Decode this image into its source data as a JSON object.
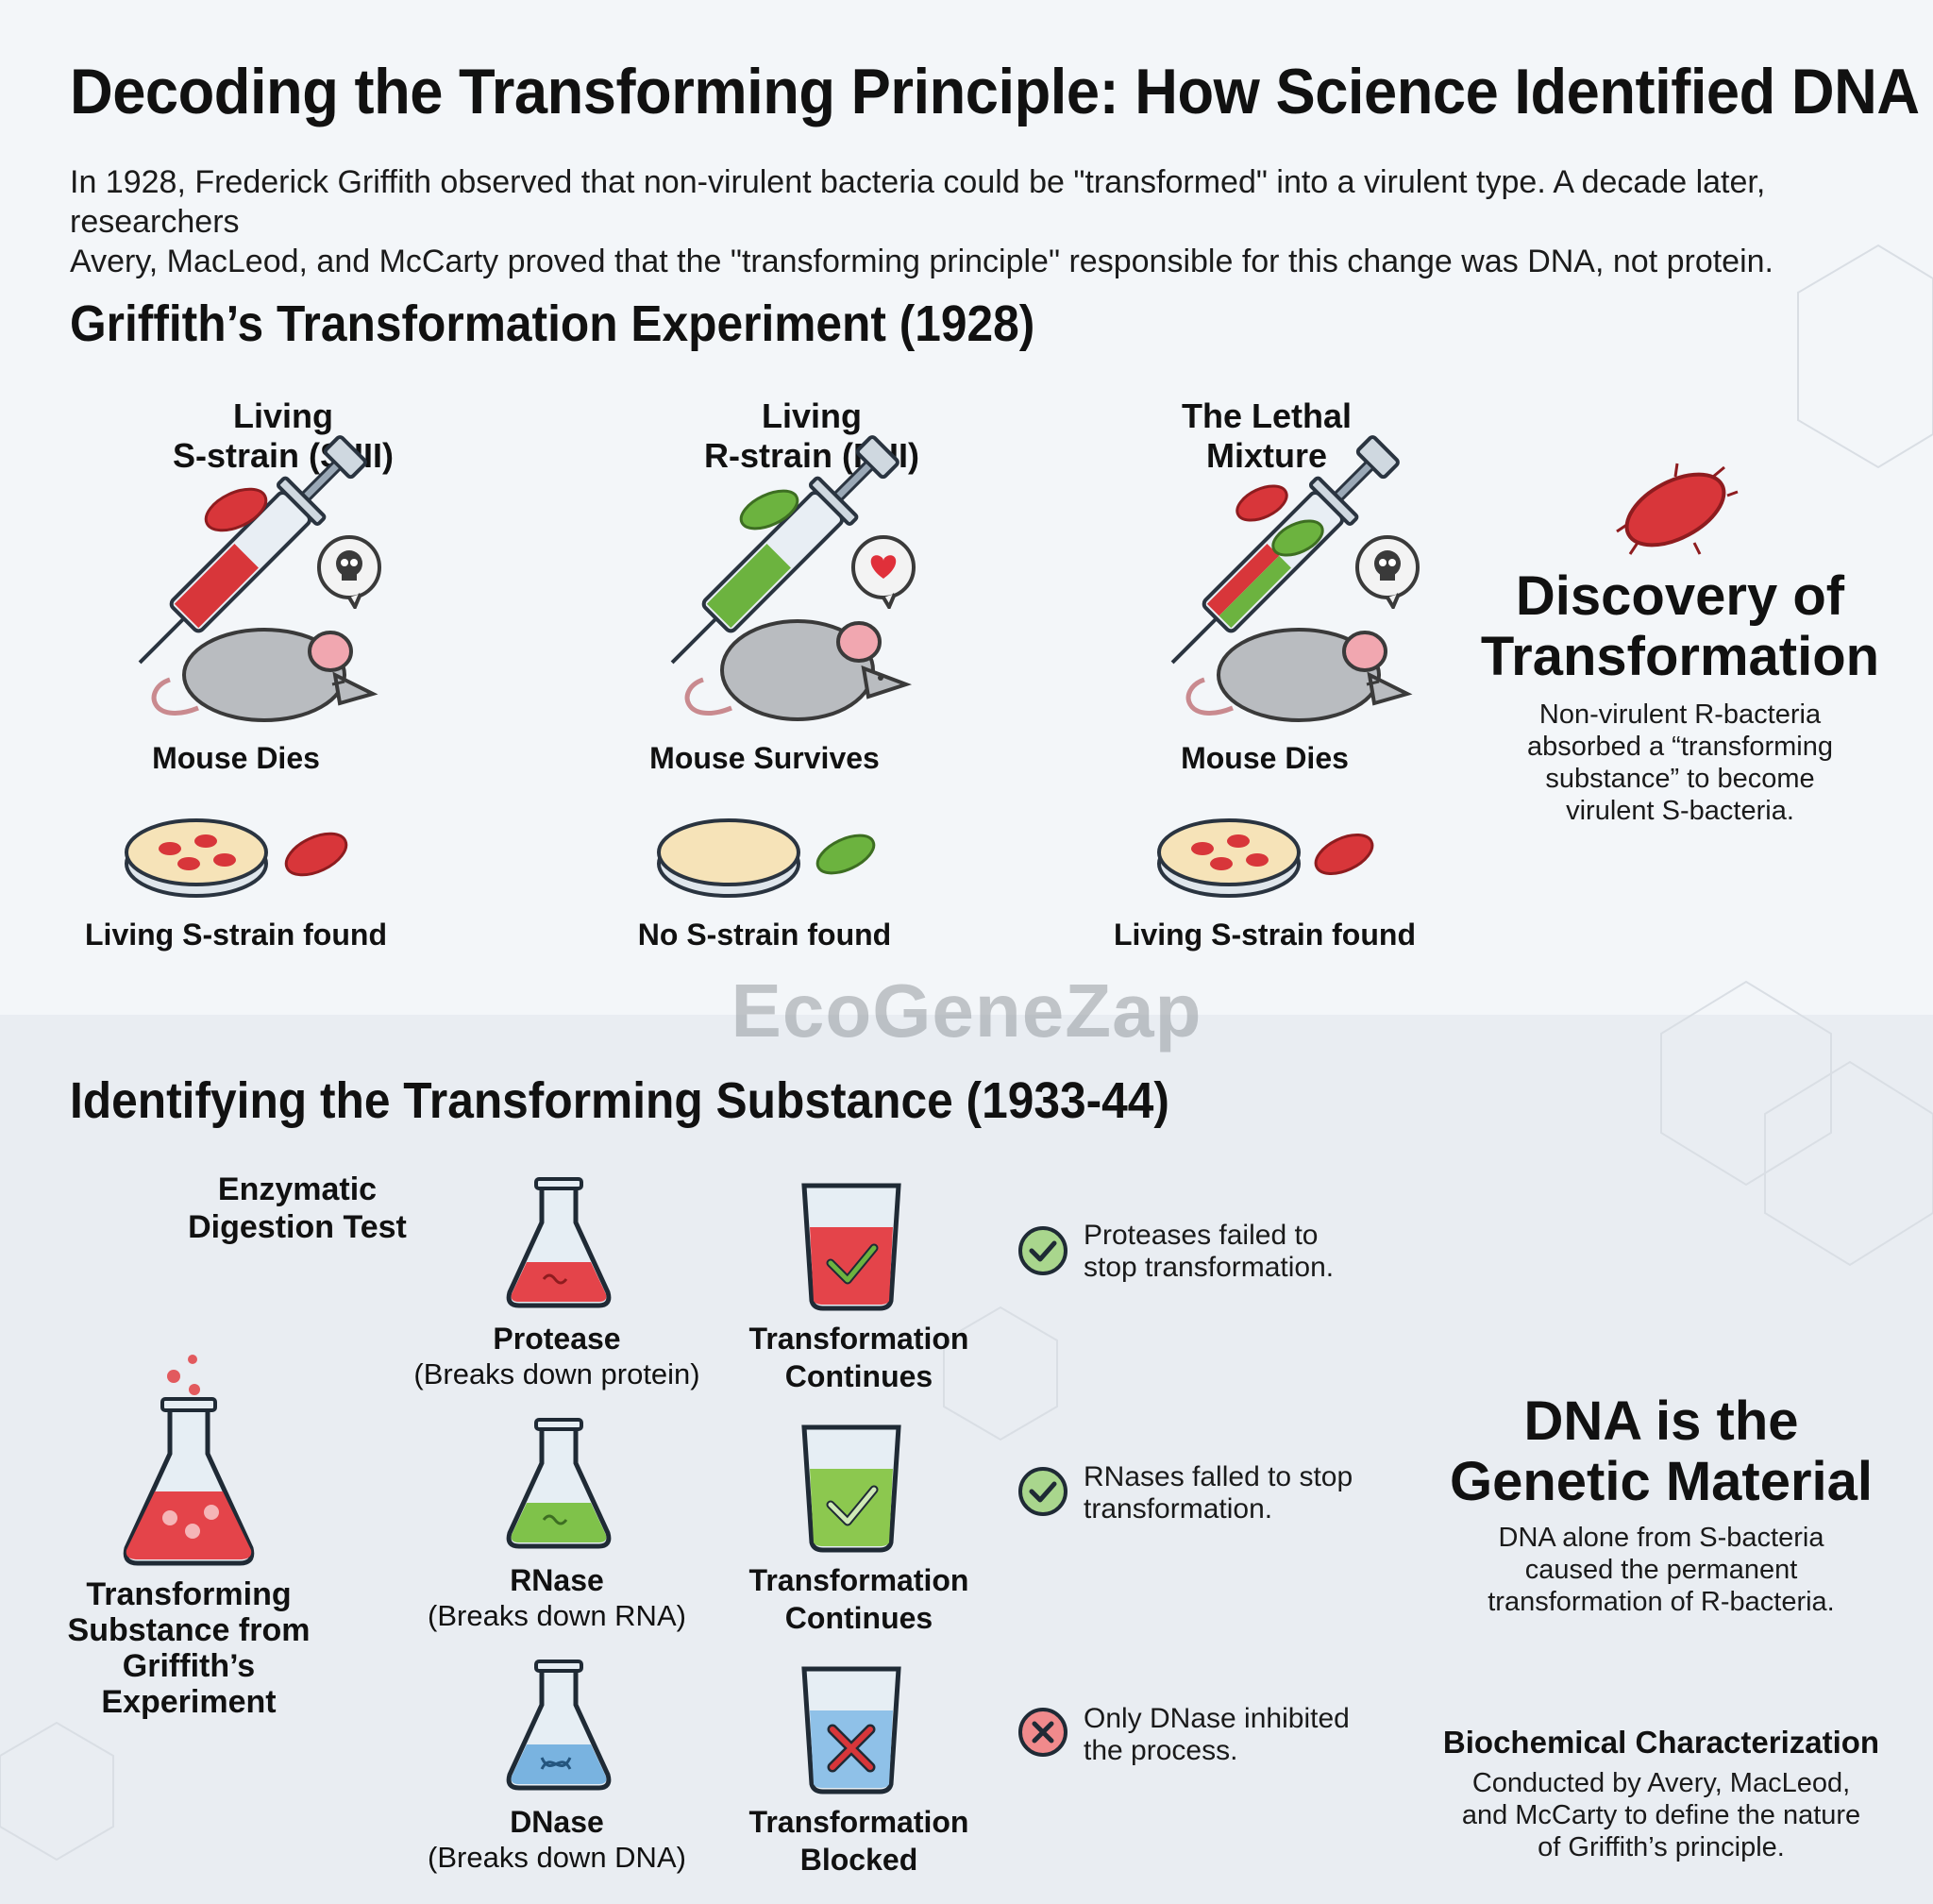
{
  "title": "Decoding the Transforming Principle: How Science Identified DNA",
  "intro": {
    "line1": "In 1928, Frederick Griffith observed that non-virulent bacteria could be \"transformed\" into a virulent type. A decade later, researchers",
    "line2": "Avery, MacLeod, and McCarty proved that the \"transforming principle\" responsible for this change was DNA, not protein."
  },
  "griffith": {
    "heading": "Griffith’s Transformation Experiment (1928)",
    "panels": [
      {
        "label_line1": "Living",
        "label_line2": "S-strain (S-III)",
        "mouse_outcome": "Mouse Dies",
        "dish_result": "Living S-strain found",
        "bubble_icon": "skull-icon"
      },
      {
        "label_line1": "Living",
        "label_line2": "R-strain (R-II)",
        "mouse_outcome": "Mouse Survives",
        "dish_result": "No S-strain found",
        "bubble_icon": "heart-icon"
      },
      {
        "label_line1": "The Lethal",
        "label_line2": "Mixture",
        "mouse_outcome": "Mouse Dies",
        "dish_result": "Living S-strain found",
        "bubble_icon": "skull-icon"
      }
    ],
    "discovery": {
      "heading_line1": "Discovery of",
      "heading_line2": "Transformation",
      "text_line1": "Non-virulent R-bacteria",
      "text_line2": "absorbed a “transforming",
      "text_line3": "substance” to become",
      "text_line4": "virulent S-bacteria."
    }
  },
  "watermark": "EcoGeneZap",
  "avery": {
    "heading": "Identifying the Transforming Substance (1933-44)",
    "test_label_line1": "Enzymatic",
    "test_label_line2": "Digestion Test",
    "source_label": {
      "line1": "Transforming",
      "line2": "Substance from",
      "line3": "Griffith’s",
      "line4": "Experiment"
    },
    "rows": [
      {
        "enzyme": "Protease",
        "enzyme_desc": "(Breaks down protein)",
        "outcome_line1": "Transformation",
        "outcome_line2": "Continues",
        "result_line1": "Proteases failed to",
        "result_line2": "stop transformation.",
        "status": "check-icon"
      },
      {
        "enzyme": "RNase",
        "enzyme_desc": "(Breaks down RNA)",
        "outcome_line1": "Transformation",
        "outcome_line2": "Continues",
        "result_line1": "RNases falled to stop",
        "result_line2": "transformation.",
        "status": "check-icon"
      },
      {
        "enzyme": "DNase",
        "enzyme_desc": "(Breaks down DNA)",
        "outcome_line1": "Transformation",
        "outcome_line2": "Blocked",
        "result_line1": "Only DNase inhibited",
        "result_line2": "the process.",
        "status": "cross-icon"
      }
    ],
    "conclusion": {
      "heading_line1": "DNA is the",
      "heading_line2": "Genetic Material",
      "text_line1": "DNA alone from S-bacteria",
      "text_line2": "caused the permanent",
      "text_line3": "transformation of R-bacteria."
    },
    "characterization": {
      "heading": "Biochemical Characterization",
      "text_line1": "Conducted by Avery, MacLeod,",
      "text_line2": "and McCarty to define the nature",
      "text_line3": "of Griffith’s principle."
    }
  },
  "colors": {
    "s_strain_red": "#d8363a",
    "r_strain_green": "#6cb33f",
    "dnase_blue": "#79b3e0",
    "mouse_gray": "#b9bcc0",
    "check_green": "#5aa63a",
    "cross_red": "#d8363a"
  }
}
